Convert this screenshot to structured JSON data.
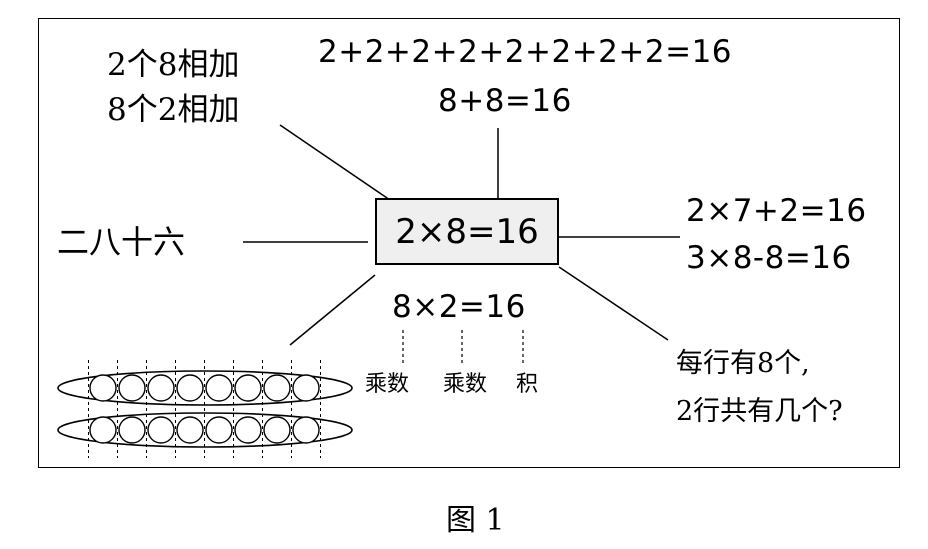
{
  "center_equation": "2×8=16",
  "top_left": {
    "line1": "2个8相加",
    "line2": "8个2相加"
  },
  "top": {
    "line1": "2+2+2+2+2+2+2+2=16",
    "line2": "8+8=16"
  },
  "left": {
    "text": "二八十六"
  },
  "right": {
    "line1": "2×7+2=16",
    "line2": "3×8-8=16"
  },
  "bottom": {
    "equation": "8×2=16",
    "labels": [
      "乘数",
      "乘数",
      "积"
    ]
  },
  "bottom_right": {
    "line1": "每行有8个,",
    "line2": "2行共有几个?"
  },
  "circle_groups": {
    "rows": 2,
    "per_row": 8
  },
  "caption": "图 1"
}
